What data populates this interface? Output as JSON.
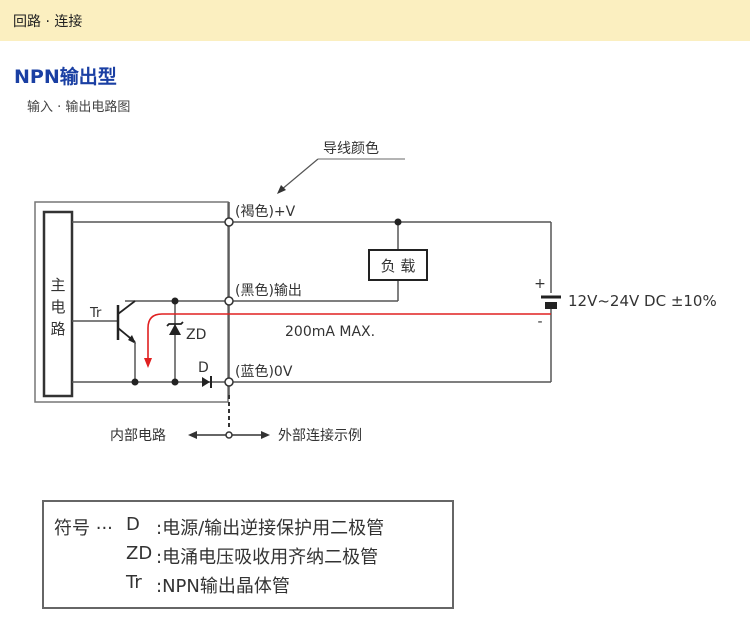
{
  "header": {
    "title": "回路 · 连接"
  },
  "section": {
    "title": "NPN输出型",
    "subtitle": "输入 · 输出电路图"
  },
  "diagram": {
    "wire_color_label": "导线颜色",
    "main_circuit_label": [
      "主",
      "电",
      "路"
    ],
    "terminals": [
      {
        "label": "(褐色)+V"
      },
      {
        "label": "(黑色)输出"
      },
      {
        "label": "(蓝色)0V"
      }
    ],
    "load_label": "负 载",
    "transistor_label": "Tr",
    "zener_label": "ZD",
    "diode_label": "D",
    "current_label": "200mA MAX.",
    "supply_label": "12V~24V DC ±10%",
    "supply_plus": "+",
    "supply_minus": "-",
    "internal_label": "内部电路",
    "external_label": "外部连接示例",
    "current_path_color": "#e02020"
  },
  "legend": {
    "prefix": "符号 ···",
    "items": [
      {
        "symbol": "D",
        "desc": ":电源/输出逆接保护用二极管"
      },
      {
        "symbol": "ZD",
        "desc": ":电涌电压吸收用齐纳二极管"
      },
      {
        "symbol": "Tr",
        "desc": ":NPN输出晶体管"
      }
    ]
  }
}
